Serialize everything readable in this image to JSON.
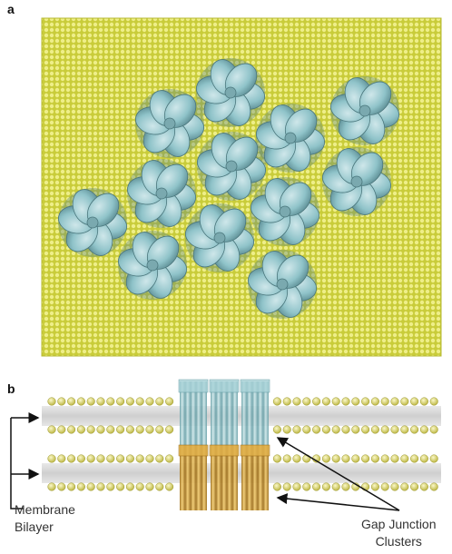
{
  "panels": {
    "a": {
      "label": "a"
    },
    "b": {
      "label": "b"
    }
  },
  "captions": {
    "membrane_line1": "Membrane",
    "membrane_line2": "Bilayer",
    "gap_line1": "Gap Junction",
    "gap_line2": "Clusters"
  },
  "colors": {
    "membrane_field": "#d6d84a",
    "connexon_teal": "#8fc3c9",
    "connexon_dark": "#4f7f86",
    "lipid_head": "#e4e07a",
    "bilayer_core": "#d9d9d9",
    "hemichannel_gold": "#d6a23a"
  }
}
